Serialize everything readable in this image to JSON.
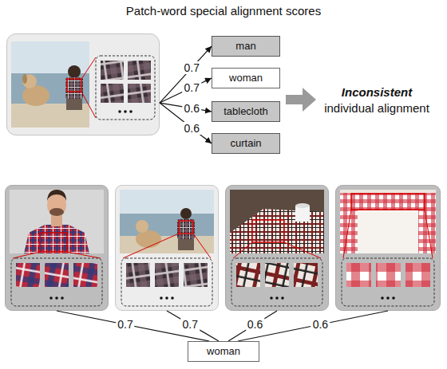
{
  "diagram": {
    "title": "Patch-word special alignment scores",
    "nodes": [
      {
        "text": []
      },
      {
        "text": [
          "man"
        ]
      },
      {
        "text": [
          "woman"
        ]
      },
      {
        "text": [
          "tablecloth"
        ]
      },
      {
        "text": [
          "curtain"
        ]
      },
      {
        "text": []
      },
      {
        "text": []
      },
      {
        "text": []
      },
      {
        "text": []
      },
      {
        "text": [
          "woman"
        ]
      }
    ],
    "edges": [
      {
        "from": 0,
        "to": 1,
        "arrow": "to",
        "label": "0.7"
      },
      {
        "from": 0,
        "to": 2,
        "arrow": "to",
        "label": "0.7"
      },
      {
        "from": 0,
        "to": 3,
        "arrow": "to",
        "label": "0.6"
      },
      {
        "from": 0,
        "to": 4,
        "arrow": "to",
        "label": "0.6"
      },
      {
        "from": 5,
        "to": 9,
        "arrow": "none",
        "label": "0.7"
      },
      {
        "from": 6,
        "to": 9,
        "arrow": "none",
        "label": "0.7"
      },
      {
        "from": 7,
        "to": 9,
        "arrow": "none",
        "label": "0.6"
      },
      {
        "from": 8,
        "to": 9,
        "arrow": "none",
        "label": "0.6"
      }
    ],
    "labels": [
      "Inconsistent",
      "individual alignment"
    ]
  }
}
